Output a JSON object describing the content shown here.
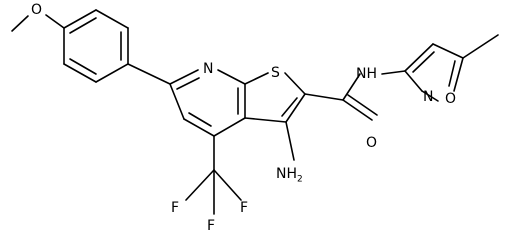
{
  "molecule": {
    "atoms": {
      "methoxy_o": "O",
      "pyridine_n": "N",
      "thiophene_s": "S",
      "amide_nh": "NH",
      "isoxazole_n": "N",
      "isoxazole_o": "O",
      "carbonyl_o": "O",
      "amino_group": {
        "main": "NH",
        "subscript": "2"
      },
      "fluorine_left": "F",
      "fluorine_right": "F",
      "fluorine_bottom": "F"
    }
  }
}
